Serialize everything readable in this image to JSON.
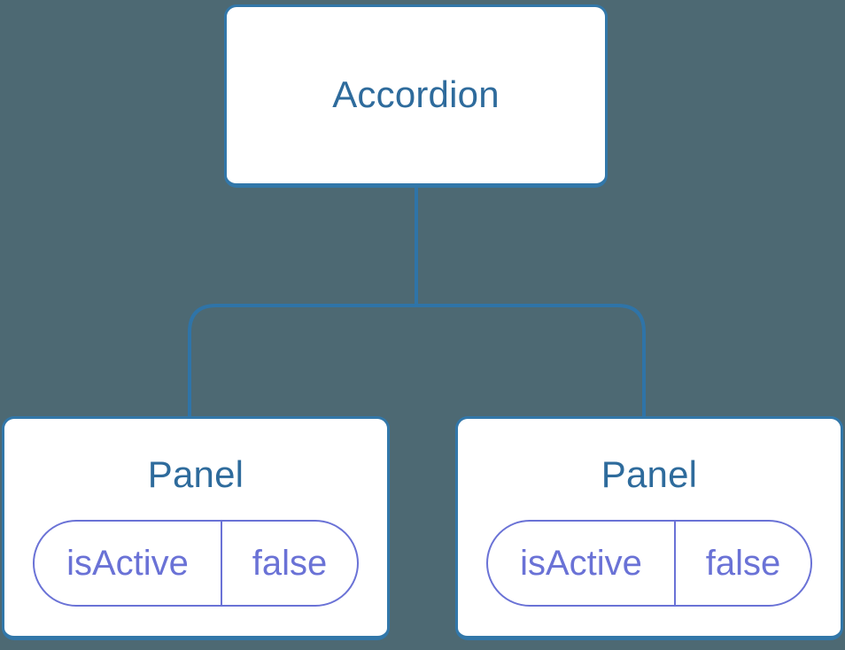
{
  "diagram": {
    "colors": {
      "background": "#4d6973",
      "line": "#2f74a8",
      "box_border": "#3277a9",
      "heading": "#2e6b9c",
      "pill": "#6a72d6"
    },
    "root": {
      "label": "Accordion"
    },
    "children": [
      {
        "label": "Panel",
        "state": {
          "name": "isActive",
          "value": "false"
        }
      },
      {
        "label": "Panel",
        "state": {
          "name": "isActive",
          "value": "false"
        }
      }
    ]
  }
}
